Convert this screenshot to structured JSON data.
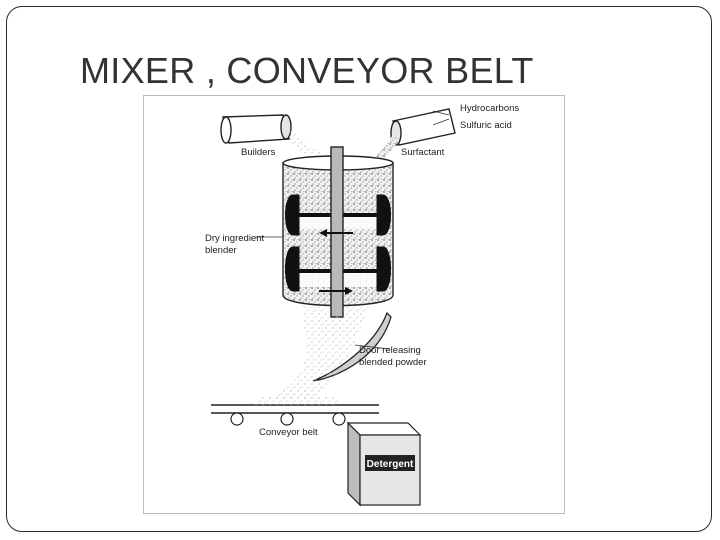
{
  "slide": {
    "title": "MIXER , CONVEYOR BELT"
  },
  "diagram": {
    "labels": {
      "builders": "Builders",
      "surfactant": "Surfactant",
      "hydrocarbons": "Hydrocarbons",
      "sulfuric_acid": "Sulfuric acid",
      "dry_blender_line1": "Dry ingredient",
      "dry_blender_line2": "blender",
      "door_line1": "Door releasing",
      "door_line2": "blended powder",
      "conveyor_belt": "Conveyor belt",
      "detergent": "Detergent"
    },
    "colors": {
      "ink": "#222222",
      "powder": "#d9d9d9",
      "paddle": "#111111",
      "box_face": "#e6e6e6"
    }
  }
}
